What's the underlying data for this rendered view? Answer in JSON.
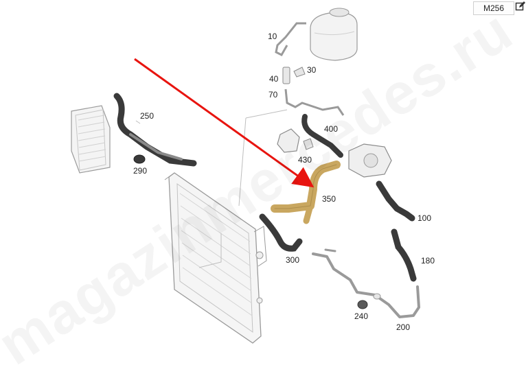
{
  "badge": {
    "label": "M256"
  },
  "icons": {
    "edit": "edit-icon"
  },
  "colors": {
    "arrow": "#e8140f",
    "highlight_hose": "#c9a760",
    "hose": "#3a3a3a",
    "outline": "#9a9a9a",
    "leader": "#bdbdbd"
  },
  "parts": [
    {
      "id": "coolant-tank",
      "label": ""
    },
    {
      "id": "line-10",
      "label": "10"
    },
    {
      "id": "connector-40",
      "label": "40"
    },
    {
      "id": "clip-30",
      "label": "30"
    },
    {
      "id": "line-70",
      "label": "70"
    },
    {
      "id": "hose-250",
      "label": "250"
    },
    {
      "id": "cap-290",
      "label": "290"
    },
    {
      "id": "hose-400",
      "label": "400"
    },
    {
      "id": "pump-430",
      "label": "430"
    },
    {
      "id": "hose-350",
      "label": "350"
    },
    {
      "id": "hose-100",
      "label": "100"
    },
    {
      "id": "hose-300",
      "label": "300"
    },
    {
      "id": "hose-180",
      "label": "180"
    },
    {
      "id": "plug-240",
      "label": "240"
    },
    {
      "id": "line-200",
      "label": "200"
    }
  ],
  "watermark": "magazinmercedes.ru"
}
